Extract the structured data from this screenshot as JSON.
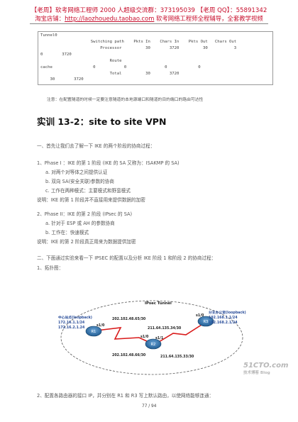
{
  "header": {
    "line1": "【老周】软考网络工程师 2000 人超级交流群：373195039    【老周 QQ】：55891342",
    "line2_label": "淘宝店铺：",
    "line2_link": "http://laozhouedu.taobao.com",
    "line2_rest": "   软考网络工程师全程辅导，全套教学视频"
  },
  "terminal": {
    "lines": [
      "Tunnel0",
      "                     Switching path    Pkts In    Chars In    Pkts Out   Chars Out",
      "                         Processor          30        3720          30           3",
      "0        3720",
      "                             Route",
      "cache                 0            0                0             0",
      "                             Total          30        3720",
      "    30        3720"
    ]
  },
  "note": "注意：在配置隧道的时候一定要注意隧道的本地源端口和隧道的目的端口的路由可达性",
  "section_title": "实训 13-2：site to site VPN",
  "paragraphs": {
    "intro": "一、首先让我们去了解一下 IKE 的两个阶段的协商过程：",
    "phase1_title": "1、Phase I ：IKE 的第 1 阶段  (IKE 的 SA  又称为：ISAKMP 的 SA)",
    "phase1_a": "a.   对两个对等体之间提供认证",
    "phase1_b": "b.   双向 SA(安全关联)参数的协商",
    "phase1_c": "c.   工作在两种模式：主要模式和野蛮模式",
    "phase1_note": "说明：IKE 的第 1 阶段并不直接用来提供数据的加密",
    "phase2_title": "2、Phase II：IKE 的第 2 阶段  (IPsec 的 SA)",
    "phase2_a": "a.   针对于 ESP 或 AH 的参数协商",
    "phase2_b": "b.   工作在：快速模式",
    "phase2_note": "说明：IKE 的第 2 阶段真正用来为数据提供加密",
    "section2": "二、下面通过实验来看一下 IPSEC 的配置以及分析 IKE 阶段 1 和阶段 2 的协商过程：",
    "topo_label": "1、拓扑图：",
    "step2": "2、配置各路由器的接口 IP，并分别在 R1 和 R3 写上默认路由，以使网络能够连通："
  },
  "diagram": {
    "tunnel_label": "IPsec Tunnel",
    "r1_name": "R1",
    "r2_name": "R2",
    "r3_name": "R3",
    "left_site_title": "中心站点(loopback)",
    "left_site_ip1": "172.16.1.1/24",
    "left_site_ip2": "172.16.2.1.24",
    "right_site_title": "分支办公室(loopback)",
    "right_site_ip1": "192.168.1.1/24",
    "right_site_ip2": "192.168.2.1/24",
    "link_r1_top": "202.102.48.65/30",
    "link_r1_bottom": "202.102.48.66/30",
    "link_r3_top": "211.64.135.34/30",
    "link_r3_bottom": "211.64.135.33/30",
    "r1_if": "s1/0",
    "r2_if_left": "s1/0",
    "r2_if_right": "s1/1",
    "r3_if": "s1/0"
  },
  "footer": {
    "page": "77 / 94",
    "watermark": "51CTO.com",
    "watermark_sub": "技术博客  Blog"
  },
  "colors": {
    "header_red": "#c8102e",
    "router_blue": "#2f6fa8",
    "serial_link_red": "#d91a1a"
  }
}
